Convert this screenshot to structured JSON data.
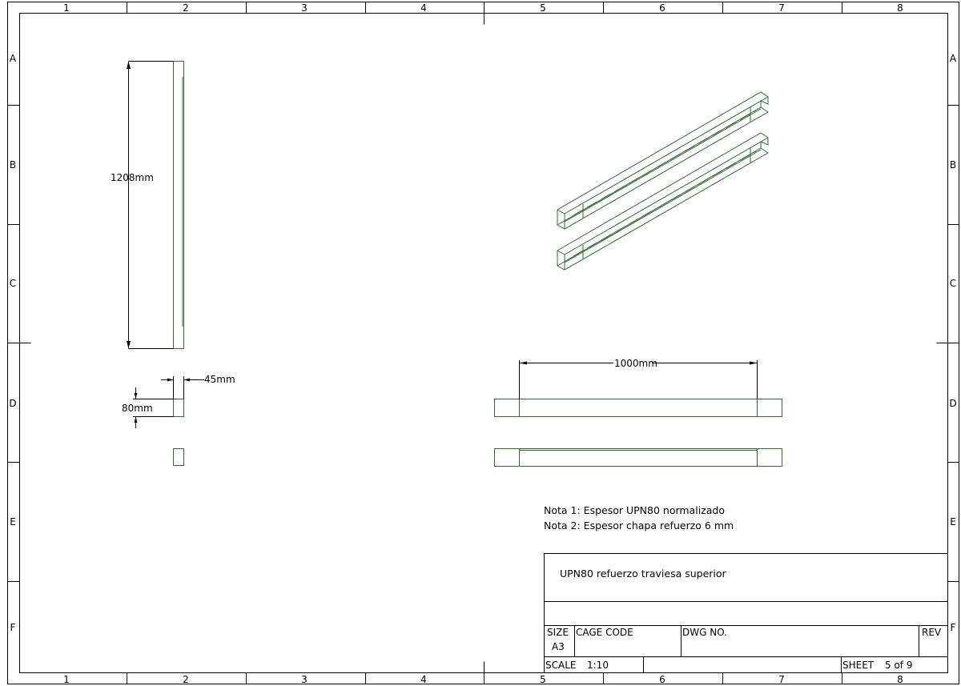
{
  "border": {
    "columns": [
      "1",
      "2",
      "3",
      "4",
      "5",
      "6",
      "7",
      "8"
    ],
    "rows": [
      "A",
      "B",
      "C",
      "D",
      "E",
      "F"
    ]
  },
  "dimensions": {
    "length_vertical": "1208mm",
    "length_horizontal": "1000mm",
    "width": "45mm",
    "height": "80mm"
  },
  "notes": [
    "Nota 1: Espesor UPN80 normalizado",
    "Nota 2: Espesor chapa refuerzo 6 mm"
  ],
  "title_block": {
    "title": "UPN80 refuerzo traviesa superior",
    "size_label": "SIZE",
    "size_value": "A3",
    "cage_code_label": "CAGE CODE",
    "cage_code_value": "",
    "dwg_no_label": "DWG NO.",
    "dwg_no_value": "",
    "rev_label": "REV",
    "rev_value": "",
    "scale_label": "SCALE",
    "scale_value": "1:10",
    "sheet_label": "SHEET",
    "sheet_value": "5 of 9"
  },
  "colors": {
    "geometry": "#2e6b2e",
    "lines": "#000000",
    "background": "#ffffff"
  }
}
